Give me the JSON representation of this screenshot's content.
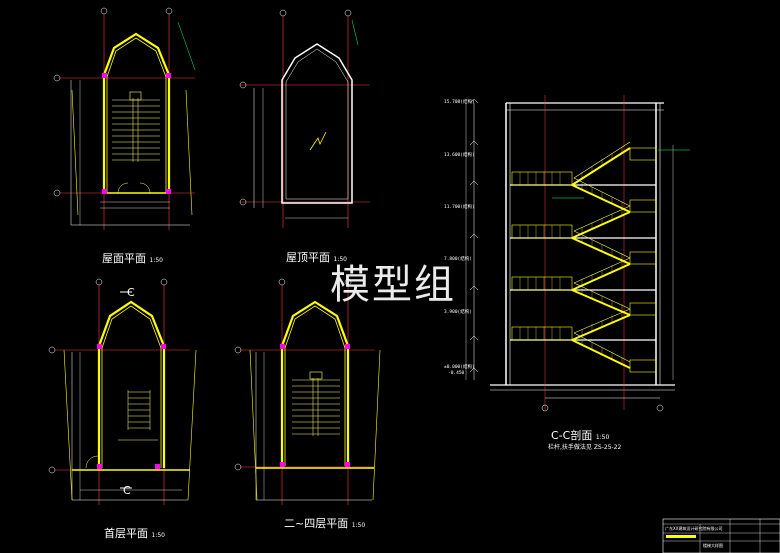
{
  "drawing": {
    "watermark": "模型组",
    "colors": {
      "background": "#000000",
      "wall": "#ffff00",
      "axis": "#ff3b3b",
      "dimension": "#ffffff",
      "rail": "#ffff66",
      "accent": "#ff00ff",
      "green": "#00ff66"
    },
    "views": {
      "roof_plan": {
        "title": "屋面平面",
        "scale": "1:50"
      },
      "roof_top_plan": {
        "title": "屋顶平面",
        "scale": "1:50"
      },
      "ground_plan": {
        "title": "首层平面",
        "scale": "1:50"
      },
      "floor_2_4_plan": {
        "title": "二~四层平面",
        "scale": "1:50"
      },
      "section_cc": {
        "title": "C-C剖面",
        "scale": "1:50",
        "note": "栏杆,扶手做法见 ZS-25-22"
      }
    },
    "section_levels": [
      "15.700(结构)",
      "13.600(结构)",
      "11.700(结构)",
      "7.800(结构)",
      "3.900(结构)",
      "±0.000(结构)",
      "-0.450"
    ],
    "section_marks": [
      "C",
      "C"
    ],
    "title_block": {
      "company": "广东XX建筑设计研究院有限公司",
      "drawing_name": "楼梯大样图"
    }
  }
}
